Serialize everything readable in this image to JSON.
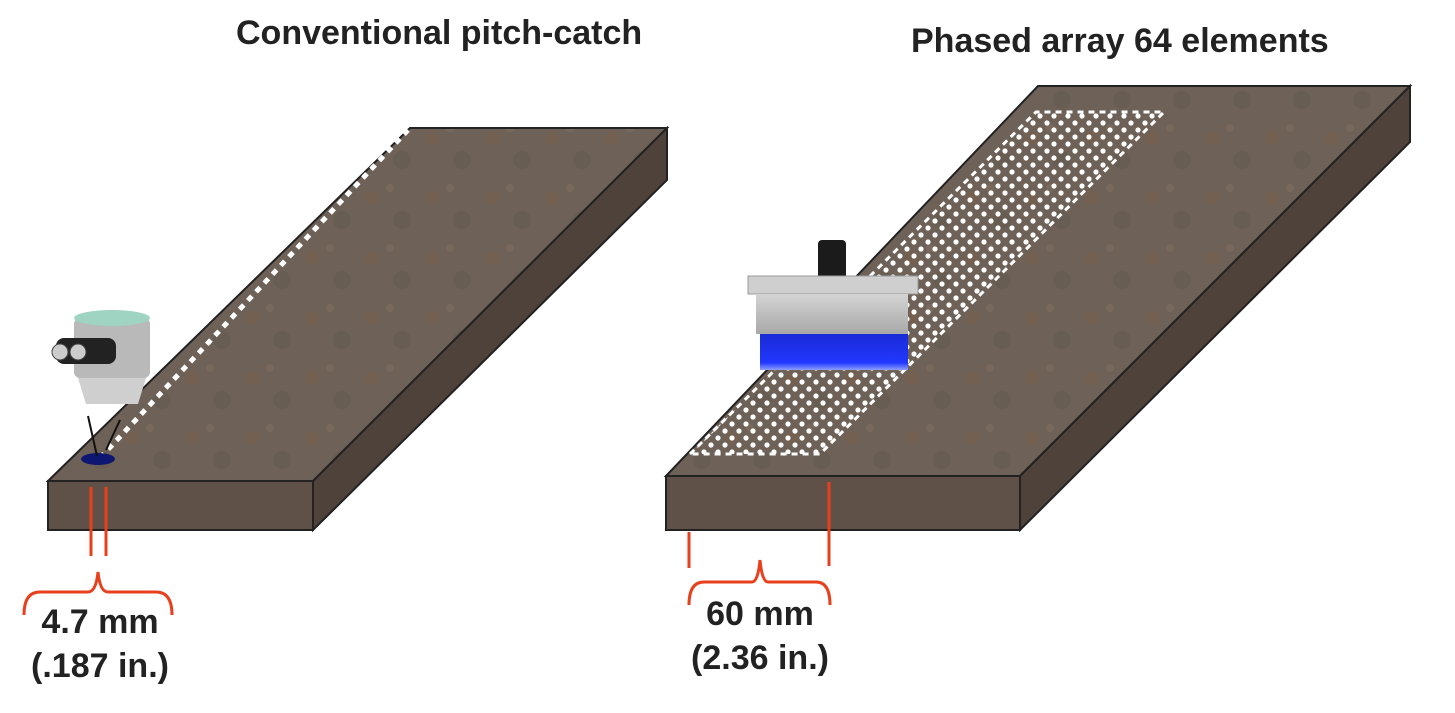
{
  "left_panel": {
    "title": "Conventional pitch-catch",
    "dimension_mm": "4.7 mm",
    "dimension_in": "(.187 in.)",
    "probe": "dual-element-transducer-icon"
  },
  "right_panel": {
    "title": "Phased array 64 elements",
    "dimension_mm": "60 mm",
    "dimension_in": "(2.36 in.)",
    "probe": "phased-array-probe-icon"
  },
  "colors": {
    "steel_top": "#6e6258",
    "steel_side": "#5a4c42",
    "steel_end": "#4a3e36",
    "dimension": "#e8401c",
    "beam": "#1a2bd6",
    "coverage_dots": "#ffffff"
  }
}
